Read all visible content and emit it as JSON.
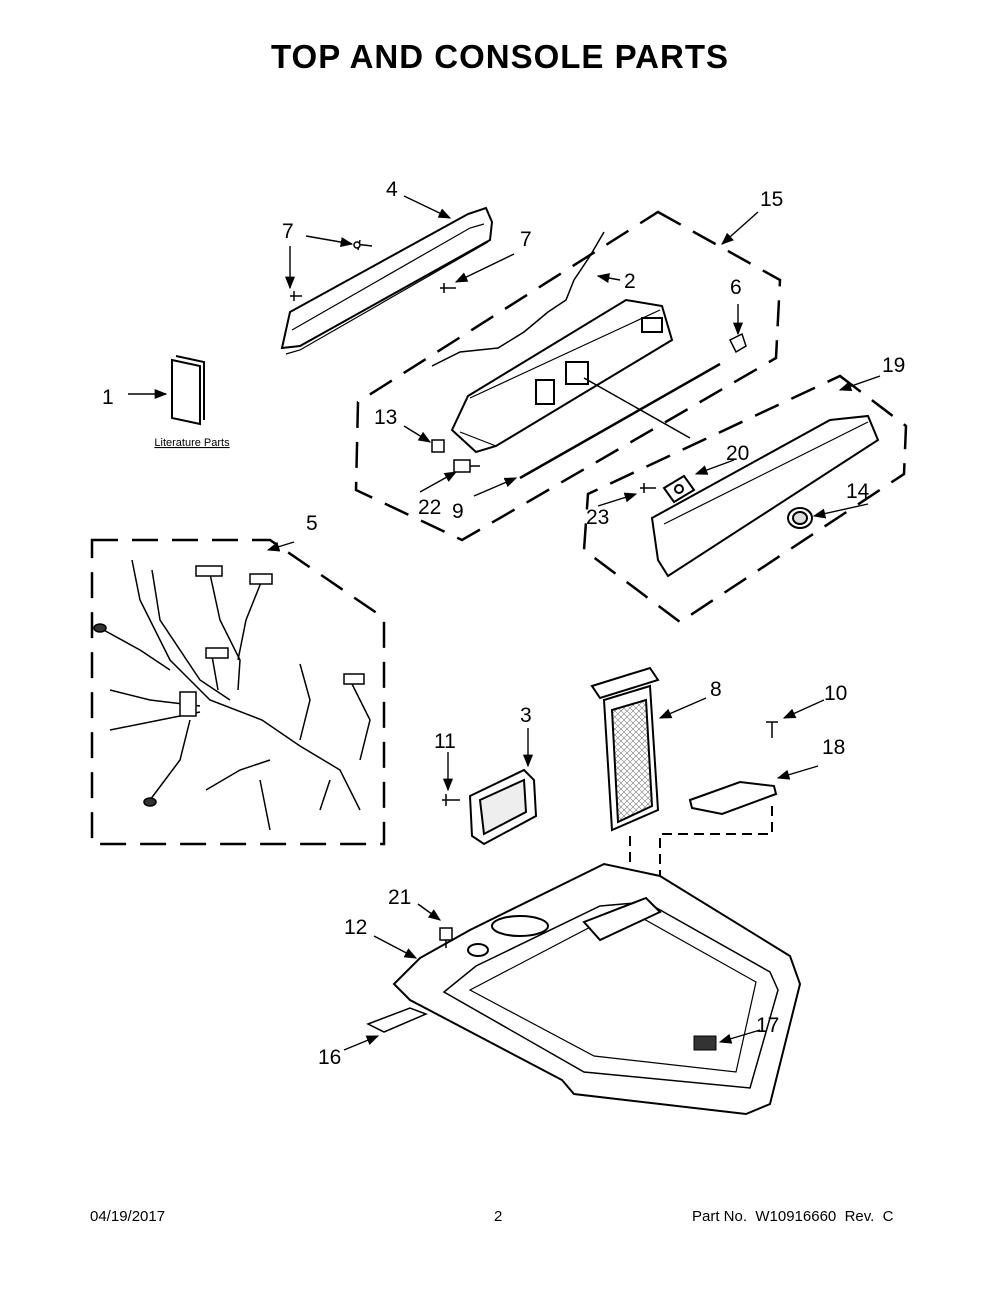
{
  "title": "TOP AND CONSOLE PARTS",
  "literature_label": "Literature Parts",
  "callouts": {
    "c1": "1",
    "c2": "2",
    "c3": "3",
    "c4": "4",
    "c5": "5",
    "c6": "6",
    "c7a": "7",
    "c7b": "7",
    "c8": "8",
    "c9": "9",
    "c10": "10",
    "c11": "11",
    "c12": "12",
    "c13": "13",
    "c14": "14",
    "c15": "15",
    "c16": "16",
    "c17": "17",
    "c18": "18",
    "c19": "19",
    "c20": "20",
    "c21": "21",
    "c22": "22",
    "c23": "23"
  },
  "footer": {
    "date": "04/19/2017",
    "page": "2",
    "part_no": "Part No.  W10916660  Rev.  C"
  }
}
